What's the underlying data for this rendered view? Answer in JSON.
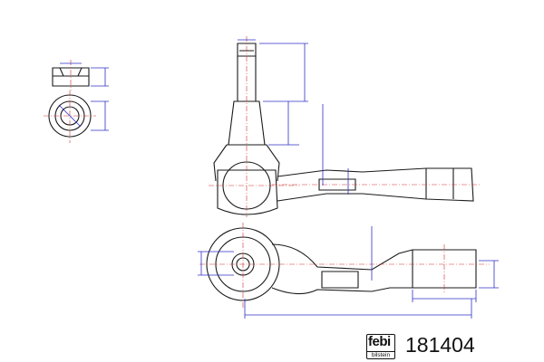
{
  "brand": {
    "logo_text": "febi",
    "logo_subtext": "bilstein"
  },
  "part_number": "181404",
  "colors": {
    "outline": "#1a1a1a",
    "dimension": "#3030c8",
    "centerline": "#d23030"
  }
}
